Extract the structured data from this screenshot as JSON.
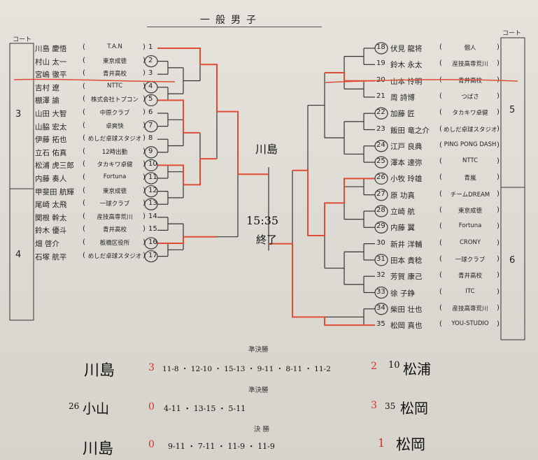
{
  "title": "一般男子",
  "court_label": "コート",
  "courts": {
    "left_top": "3",
    "left_bottom": "4",
    "right_top": "5",
    "right_bottom": "6"
  },
  "left_players": [
    {
      "name": "川島 慶悟",
      "club": "T.A.N",
      "num": "1"
    },
    {
      "name": "村山 太一",
      "club": "東京成徳",
      "num": "2"
    },
    {
      "name": "宮嶋 徹平",
      "club": "青井高校",
      "num": "3"
    },
    {
      "name": "吉村 遼",
      "club": "NTTC",
      "num": "4"
    },
    {
      "name": "棚澤 諭",
      "club": "株式会社トプコン",
      "num": "5"
    },
    {
      "name": "山田 大智",
      "club": "中原クラブ",
      "num": "6"
    },
    {
      "name": "山脇 宏太",
      "club": "卓爽快",
      "num": "7"
    },
    {
      "name": "伊藤 拓也",
      "club": "めしだ卓球スタジオ",
      "num": "8"
    },
    {
      "name": "立石 佑真",
      "club": "12時出勤",
      "num": "9"
    },
    {
      "name": "松浦 虎三郎",
      "club": "タカキワ卓健",
      "num": "10"
    },
    {
      "name": "内藤 奏人",
      "club": "Fortuna",
      "num": "11"
    },
    {
      "name": "甲斐田 航輝",
      "club": "東京成徳",
      "num": "12"
    },
    {
      "name": "尾崎 太飛",
      "club": "一球クラブ",
      "num": "13"
    },
    {
      "name": "関根 幹太",
      "club": "産技高専荒川",
      "num": "14"
    },
    {
      "name": "鈴木 優斗",
      "club": "青井高校",
      "num": "15"
    },
    {
      "name": "畑 啓介",
      "club": "板橋区役所",
      "num": "16"
    },
    {
      "name": "石塚 航平",
      "club": "めしだ卓球スタジオ",
      "num": "17"
    }
  ],
  "right_players": [
    {
      "num": "18",
      "name": "伏見 龍将",
      "club": "個人"
    },
    {
      "num": "19",
      "name": "鈴木 永太",
      "club": "産技高専荒川"
    },
    {
      "num": "20",
      "name": "山本 怜明",
      "club": "青井高校"
    },
    {
      "num": "21",
      "name": "周 詩博",
      "club": "つばさ"
    },
    {
      "num": "22",
      "name": "加藤 匠",
      "club": "タカキワ卓健"
    },
    {
      "num": "23",
      "name": "飯田 竜之介",
      "club": "めしだ卓球スタジオ"
    },
    {
      "num": "24",
      "name": "江戸 良典",
      "club": "PING PONG DASH"
    },
    {
      "num": "25",
      "name": "澤本 達弥",
      "club": "NTTC"
    },
    {
      "num": "26",
      "name": "小牧 玲雄",
      "club": "青嵐"
    },
    {
      "num": "27",
      "name": "原 功真",
      "club": "チームDREAM"
    },
    {
      "num": "28",
      "name": "立崎 航",
      "club": "東京成徳"
    },
    {
      "num": "29",
      "name": "内藤 翼",
      "club": "Fortuna"
    },
    {
      "num": "30",
      "name": "新井 洋輔",
      "club": "CRONY"
    },
    {
      "num": "31",
      "name": "田本 貴稔",
      "club": "一球クラブ"
    },
    {
      "num": "32",
      "name": "芳賀 康己",
      "club": "青井高校"
    },
    {
      "num": "33",
      "name": "徐 子錚",
      "club": "ITC"
    },
    {
      "num": "34",
      "name": "柴田 壮也",
      "club": "産技高専荒川"
    },
    {
      "num": "35",
      "name": "松岡 真也",
      "club": "YOU-STUDIO"
    }
  ],
  "center_notes": {
    "name": "川島",
    "time": "15:35",
    "done": "終了"
  },
  "sections": {
    "semi": "準決勝",
    "final": "決 勝"
  },
  "results": {
    "semi1": {
      "left": "川島",
      "left_score": "3",
      "scores": "11-8 ・ 12-10 ・ 15-13 ・ 9-11 ・ 8-11 ・ 11-2",
      "right_score": "2",
      "right": "松浦",
      "right_prefix": "10"
    },
    "semi2": {
      "left": "小山",
      "left_prefix": "26",
      "left_score": "0",
      "scores": "4-11 ・ 13-15 ・ 5-11",
      "right_score": "3",
      "right": "松岡",
      "right_prefix": "35"
    },
    "final": {
      "left": "川島",
      "left_score": "0",
      "scores": "9-11 ・ 7-11 ・ 11-9 ・ 11-9",
      "right_score": "1",
      "right": "松岡"
    }
  }
}
